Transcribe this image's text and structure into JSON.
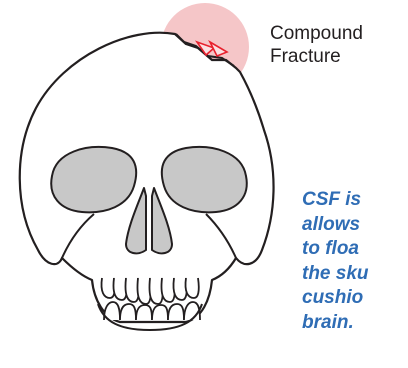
{
  "fracture_label": {
    "lines": [
      "Compound",
      "Fracture"
    ]
  },
  "csf_note": {
    "lines": [
      "CSF is",
      "allows",
      "to floa",
      "the sku",
      "cushio",
      "brain."
    ]
  },
  "colors": {
    "outline": "#231f20",
    "bone": "#ffffff",
    "cavity": "#c8c8c8",
    "highlight": "#f5c6c8",
    "fracture": "#e8212e",
    "note_text": "#2f6db5",
    "label_text": "#231f20"
  }
}
